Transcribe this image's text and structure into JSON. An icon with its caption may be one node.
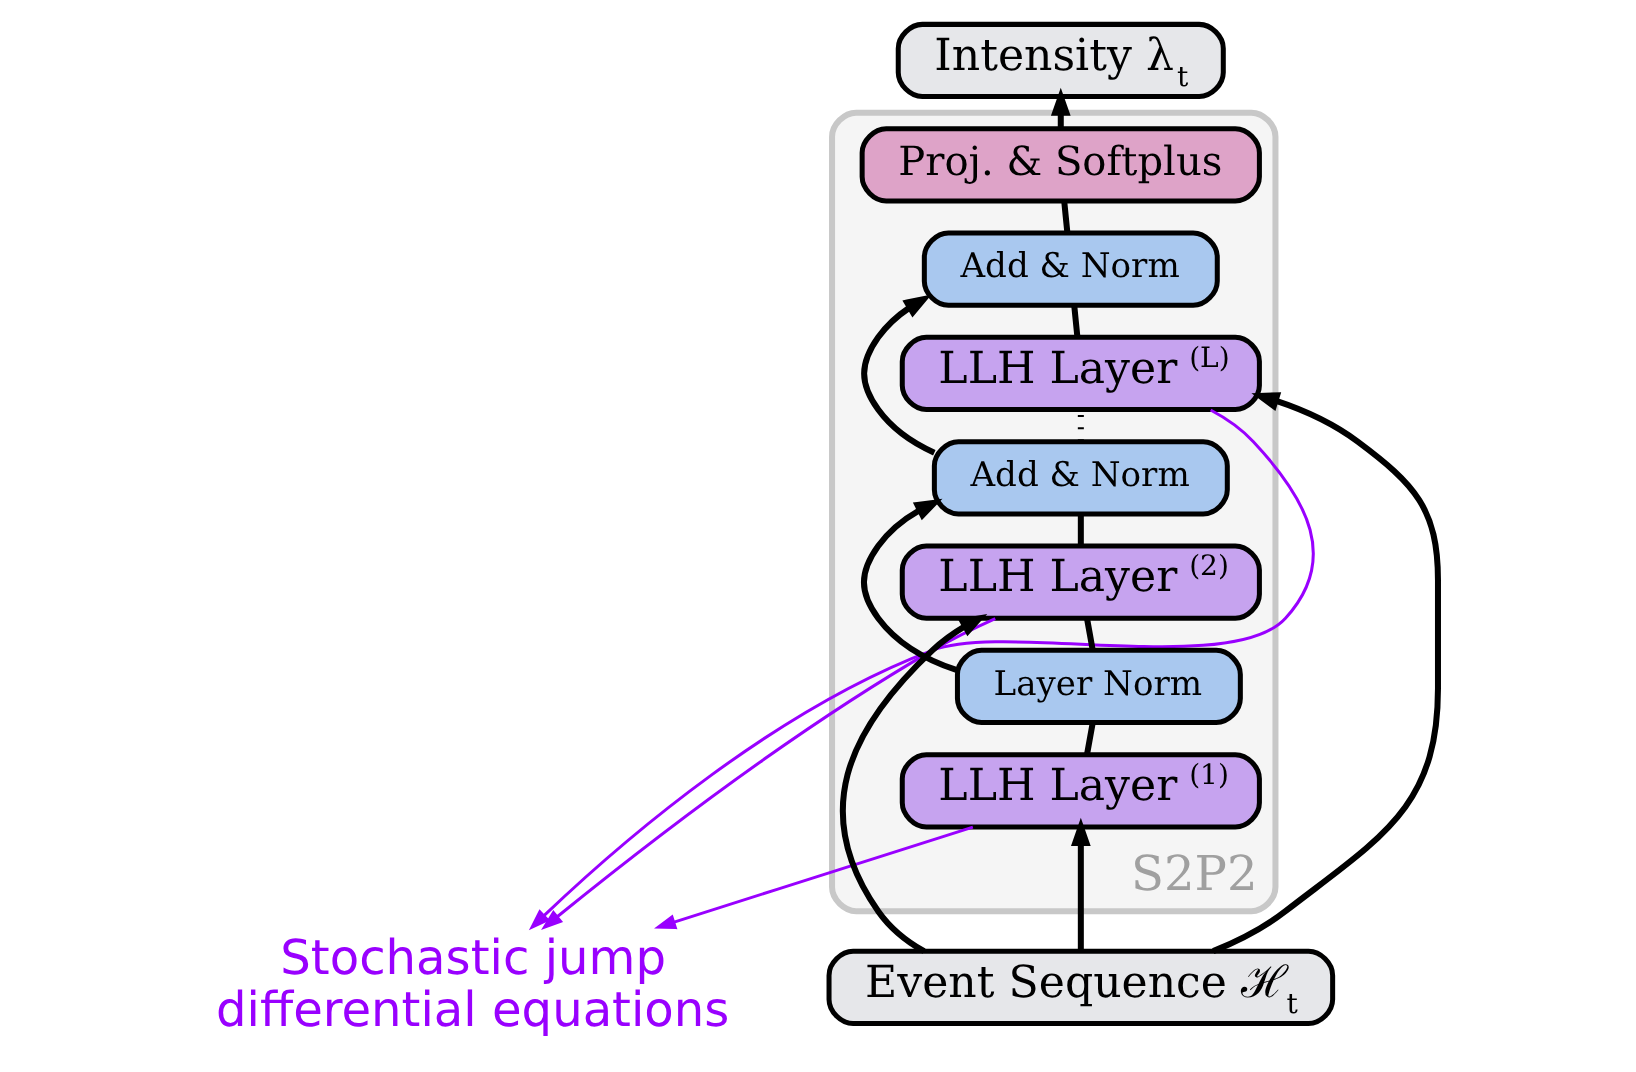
{
  "diagram": {
    "nodes": [
      {
        "text": [
          "Intensity λ$_{t}$"
        ]
      },
      {
        "text": [
          "S2P2"
        ]
      },
      {
        "text": [
          "Proj. & Softplus"
        ],
        "in": 1
      },
      {
        "text": [
          "Add & Norm"
        ],
        "in": 1
      },
      {
        "text": [
          "LLH Layer $^{(L)}$"
        ],
        "in": 1
      },
      {
        "text": [
          "Add & Norm"
        ],
        "in": 1
      },
      {
        "text": [
          "LLH Layer $^{(2)}$"
        ],
        "in": 1
      },
      {
        "text": [
          "Layer Norm"
        ],
        "in": 1
      },
      {
        "text": [
          "LLH Layer $^{(1)}$"
        ],
        "in": 1
      },
      {
        "text": [
          "Event Sequence ℋ$_{t}$"
        ]
      },
      {
        "text": [
          "Stochastic jump differential equations"
        ]
      }
    ],
    "edges": [
      {
        "from": 9,
        "to": 8,
        "arrow": "to"
      },
      {
        "from": 9,
        "to": 6,
        "arrow": "to"
      },
      {
        "from": 9,
        "to": 4,
        "arrow": "to"
      },
      {
        "from": 8,
        "to": 7,
        "arrow": "none"
      },
      {
        "from": 7,
        "to": 6,
        "arrow": "none"
      },
      {
        "from": 7,
        "to": 5,
        "arrow": "to"
      },
      {
        "from": 6,
        "to": 5,
        "arrow": "none"
      },
      {
        "from": 5,
        "to": 4,
        "arrow": "none",
        "style": "dashed"
      },
      {
        "from": 5,
        "to": 3,
        "arrow": "to"
      },
      {
        "from": 4,
        "to": 3,
        "arrow": "none"
      },
      {
        "from": 3,
        "to": 2,
        "arrow": "none"
      },
      {
        "from": 2,
        "to": 0,
        "arrow": "to"
      },
      {
        "from": 4,
        "to": 10,
        "arrow": "to",
        "color": "#9900ff"
      },
      {
        "from": 6,
        "to": 10,
        "arrow": "to",
        "color": "#9900ff"
      },
      {
        "from": 8,
        "to": 10,
        "arrow": "to",
        "color": "#9900ff"
      }
    ]
  }
}
